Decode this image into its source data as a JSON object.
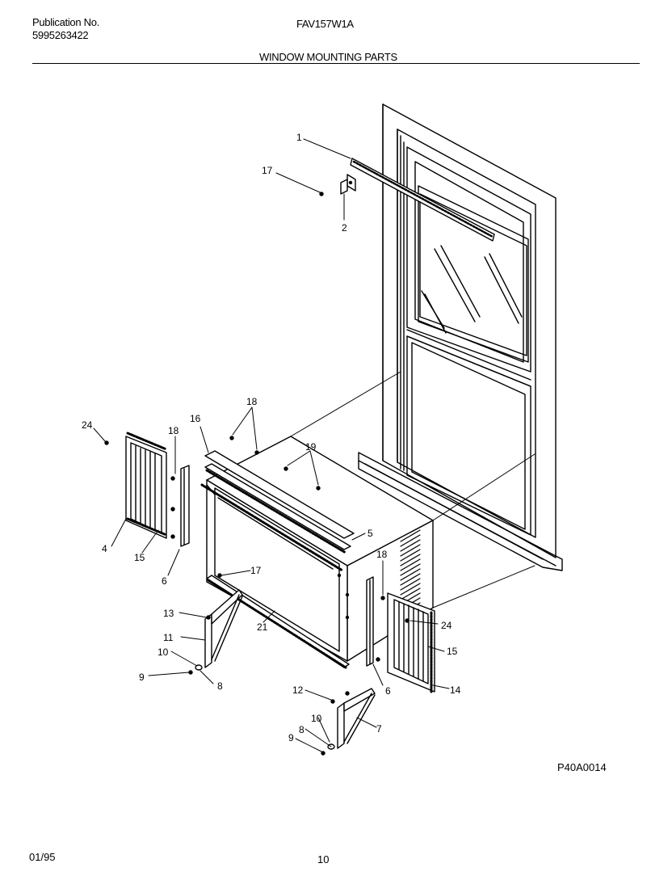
{
  "header": {
    "publication_label": "Publication No.",
    "publication_number": "5995263422",
    "model": "FAV157W1A",
    "section_title": "WINDOW MOUNTING PARTS"
  },
  "diagram": {
    "drawing_code": "P40A0014",
    "callouts": [
      "1",
      "17",
      "2",
      "18",
      "16",
      "24",
      "18",
      "19",
      "5",
      "4",
      "15",
      "6",
      "17",
      "18",
      "13",
      "24",
      "11",
      "15",
      "10",
      "21",
      "9",
      "8",
      "6",
      "14",
      "12",
      "7",
      "10",
      "8",
      "9"
    ]
  },
  "footer": {
    "date": "01/95",
    "page": "10"
  }
}
